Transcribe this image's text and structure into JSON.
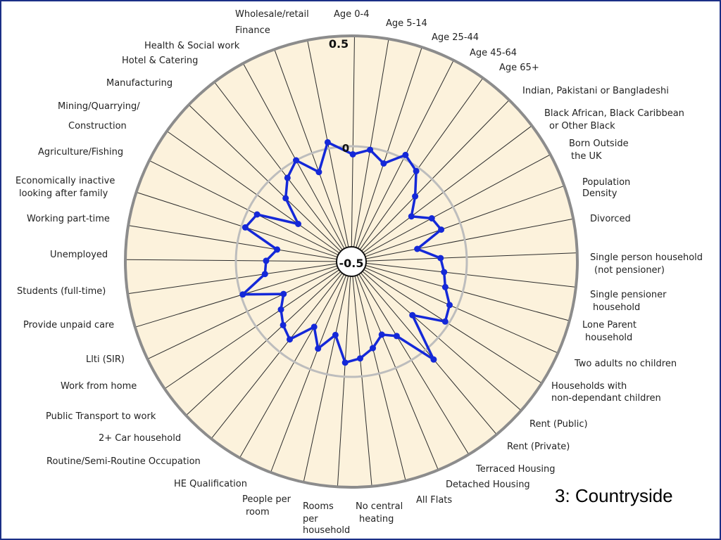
{
  "caption": "3: Countryside",
  "colors": {
    "background_fill": "#fcf2dc",
    "outer_ring": "#8c8c8c",
    "reference_ring": "#bdbdbd",
    "spokes": "#2b2b2b",
    "series": "#1428d8",
    "slide_border": "#1b2f86"
  },
  "chart_data": {
    "type": "radar",
    "title": "",
    "scale_labels": [
      "0.5",
      "0",
      "-0.5"
    ],
    "rlim": [
      -0.5,
      0.5
    ],
    "reference_ring": 0,
    "grid": true,
    "categories": [
      "Age 0-4",
      "Age 5-14",
      "Age 25-44",
      "Age 45-64",
      "Age 65+",
      "Indian, Pakistani or Bangladeshi",
      "Black African, Black Caribbean or Other Black",
      "Born Outside the UK",
      "Population Density",
      "Divorced",
      "Single person household (not pensioner)",
      "Single pensioner household",
      "Lone Parent household",
      "Two adults no children",
      "Households with non-dependant children",
      "Rent (Public)",
      "Rent (Private)",
      "Terraced Housing",
      "Detached Housing",
      "All Flats",
      "No central heating",
      "Rooms per household",
      "People per room",
      "HE Qualification",
      "Routine/Semi-Routine Occupation",
      "2+ Car household",
      "Public Transport to work",
      "Work from home",
      "Llti (SIR)",
      "Provide unpaid care",
      "Students (full-time)",
      "Unemployed",
      "Working part-time",
      "Economically inactive looking after family",
      "Agriculture/Fishing",
      "Mining/Quarrying/ Construction",
      "Manufacturing",
      "Hotel & Catering",
      "Health & Social work",
      "Finance",
      "Wholesale/retail"
    ],
    "series": [
      {
        "name": "",
        "values": [
          -0.04,
          -0.01,
          -0.06,
          0.02,
          -0.02,
          -0.12,
          -0.2,
          -0.12,
          -0.1,
          -0.24,
          -0.13,
          -0.11,
          -0.09,
          -0.04,
          -0.02,
          -0.17,
          0.06,
          -0.14,
          -0.18,
          -0.13,
          -0.09,
          -0.07,
          -0.2,
          -0.11,
          -0.2,
          -0.08,
          -0.11,
          -0.15,
          -0.2,
          -0.01,
          -0.14,
          -0.15,
          -0.2,
          -0.02,
          -0.05,
          -0.25,
          -0.12,
          -0.05,
          0.0,
          -0.1,
          0.03
        ]
      }
    ]
  }
}
